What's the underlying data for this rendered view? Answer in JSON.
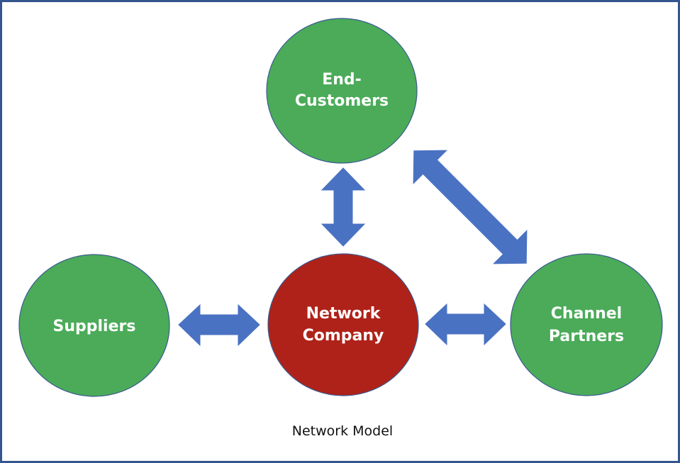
{
  "diagram": {
    "caption": "Network Model",
    "colors": {
      "frame": "#34558f",
      "node_green": "#4bab59",
      "node_red": "#af2219",
      "node_stroke": "#3a5a8f",
      "arrow": "#4a72c2",
      "label": "#ffffff",
      "caption": "#111111"
    },
    "nodes": [
      {
        "id": "end-customers",
        "lines": [
          "End-",
          "Customers"
        ],
        "color": "green"
      },
      {
        "id": "suppliers",
        "lines": [
          "Suppliers"
        ],
        "color": "green"
      },
      {
        "id": "network-company",
        "lines": [
          "Network",
          "Company"
        ],
        "color": "red"
      },
      {
        "id": "channel-partners",
        "lines": [
          "Channel",
          "Partners"
        ],
        "color": "green"
      }
    ],
    "edges": [
      {
        "from": "end-customers",
        "to": "network-company",
        "type": "bidirectional"
      },
      {
        "from": "end-customers",
        "to": "channel-partners",
        "type": "bidirectional"
      },
      {
        "from": "suppliers",
        "to": "network-company",
        "type": "bidirectional"
      },
      {
        "from": "network-company",
        "to": "channel-partners",
        "type": "bidirectional"
      }
    ]
  }
}
